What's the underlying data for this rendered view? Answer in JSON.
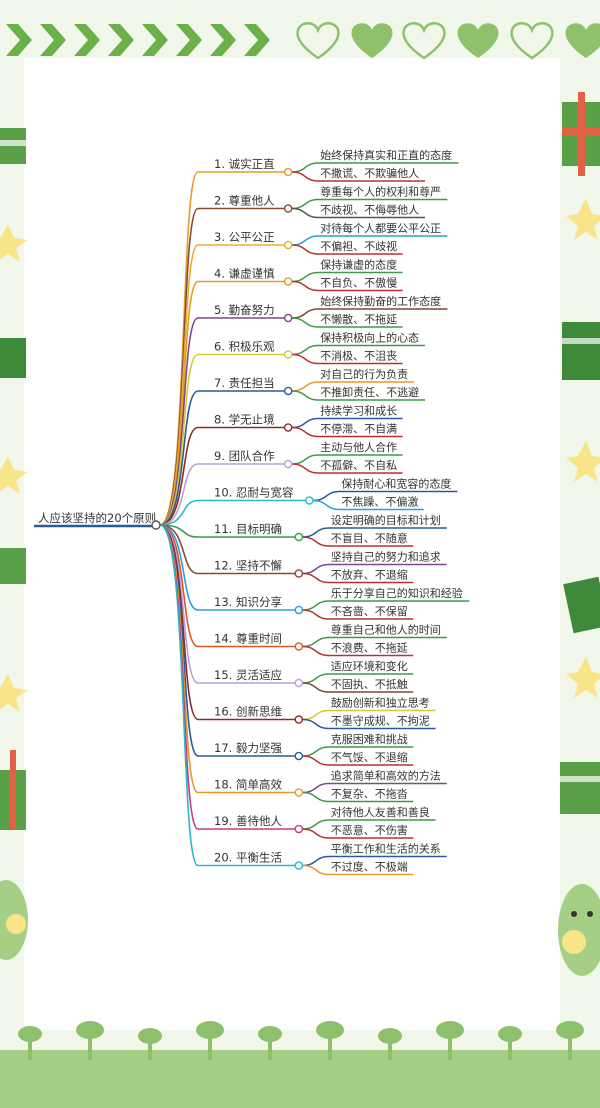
{
  "mindmap": {
    "root": "人应该坚持的20个原则",
    "colors": {
      "green": "#6cb04a",
      "light_green": "#a6cf86",
      "star": "#f8e58a",
      "gift": "#5aa049",
      "bow": "#e26145"
    },
    "branches": [
      {
        "label": "1. 诚实正直",
        "color": "#e69a2a",
        "items": [
          {
            "text": "始终保持真实和正直的态度",
            "color": "#3f9a48"
          },
          {
            "text": "不撒谎、不欺骗他人",
            "color": "#b83232"
          }
        ]
      },
      {
        "label": "2. 尊重他人",
        "color": "#8a4a2d",
        "items": [
          {
            "text": "尊重每个人的权利和尊严",
            "color": "#3f9a48"
          },
          {
            "text": "不歧视、不侮辱他人",
            "color": "#555555"
          }
        ]
      },
      {
        "label": "3. 公平公正",
        "color": "#e8b02a",
        "items": [
          {
            "text": "对待每个人都要公平公正",
            "color": "#2aa0d8"
          },
          {
            "text": "不偏袒、不歧视",
            "color": "#b83232"
          }
        ]
      },
      {
        "label": "4. 谦虚谨慎",
        "color": "#e69a2a",
        "items": [
          {
            "text": "保持谦虚的态度",
            "color": "#3f9a48"
          },
          {
            "text": "不自负、不傲慢",
            "color": "#b83232"
          }
        ]
      },
      {
        "label": "5. 勤奋努力",
        "color": "#7a4a8a",
        "items": [
          {
            "text": "始终保持勤奋的工作态度",
            "color": "#7a4a3a"
          },
          {
            "text": "不懒散、不拖延",
            "color": "#3f9a48"
          }
        ]
      },
      {
        "label": "6. 积极乐观",
        "color": "#d6c83a",
        "items": [
          {
            "text": "保持积极向上的心态",
            "color": "#3f9a48"
          },
          {
            "text": "不消极、不沮丧",
            "color": "#b83232"
          }
        ]
      },
      {
        "label": "7. 责任担当",
        "color": "#2a5a9a",
        "items": [
          {
            "text": "对自己的行为负责",
            "color": "#e69a2a"
          },
          {
            "text": "不推卸责任、不逃避",
            "color": "#3f9a48"
          }
        ]
      },
      {
        "label": "8. 学无止境",
        "color": "#8a2a2a",
        "items": [
          {
            "text": "持续学习和成长",
            "color": "#2a5a9a"
          },
          {
            "text": "不停滞、不自满",
            "color": "#b83232"
          }
        ]
      },
      {
        "label": "9. 团队合作",
        "color": "#b8a0d8",
        "items": [
          {
            "text": "主动与他人合作",
            "color": "#3f9a48"
          },
          {
            "text": "不孤僻、不自私",
            "color": "#b83232"
          }
        ]
      },
      {
        "label": "10. 忍耐与宽容",
        "color": "#2ab8c8",
        "items": [
          {
            "text": "保持耐心和宽容的态度",
            "color": "#2a5a9a"
          },
          {
            "text": "不焦躁、不偏激",
            "color": "#2aa0d8"
          }
        ]
      },
      {
        "label": "11. 目标明确",
        "color": "#3f9a48",
        "items": [
          {
            "text": "设定明确的目标和计划",
            "color": "#2a5a9a"
          },
          {
            "text": "不盲目、不随意",
            "color": "#b83232"
          }
        ]
      },
      {
        "label": "12. 坚持不懈",
        "color": "#8a4a2d",
        "items": [
          {
            "text": "坚持自己的努力和追求",
            "color": "#7a4a8a"
          },
          {
            "text": "不放弃、不退缩",
            "color": "#b83232"
          }
        ]
      },
      {
        "label": "13. 知识分享",
        "color": "#2aa0d8",
        "items": [
          {
            "text": "乐于分享自己的知识和经验",
            "color": "#3f9a48"
          },
          {
            "text": "不吝啬、不保留",
            "color": "#b83232"
          }
        ]
      },
      {
        "label": "14. 尊重时间",
        "color": "#e0542a",
        "items": [
          {
            "text": "尊重自己和他人的时间",
            "color": "#3f9a48"
          },
          {
            "text": "不浪费、不拖延",
            "color": "#b83232"
          }
        ]
      },
      {
        "label": "15. 灵活适应",
        "color": "#b8a0d8",
        "items": [
          {
            "text": "适应环境和变化",
            "color": "#3f9a48"
          },
          {
            "text": "不固执、不抵触",
            "color": "#7a4a3a"
          }
        ]
      },
      {
        "label": "16. 创新思维",
        "color": "#8a2a2a",
        "items": [
          {
            "text": "鼓励创新和独立思考",
            "color": "#d6c83a"
          },
          {
            "text": "不墨守成规、不拘泥",
            "color": "#2a5a9a"
          }
        ]
      },
      {
        "label": "17. 毅力坚强",
        "color": "#2a5a9a",
        "items": [
          {
            "text": "克服困难和挑战",
            "color": "#3f9a48"
          },
          {
            "text": "不气馁、不退缩",
            "color": "#b83232"
          }
        ]
      },
      {
        "label": "18. 简单高效",
        "color": "#e69a2a",
        "items": [
          {
            "text": "追求简单和高效的方法",
            "color": "#7a4a8a"
          },
          {
            "text": "不复杂、不拖沓",
            "color": "#3f9a48"
          }
        ]
      },
      {
        "label": "19. 善待他人",
        "color": "#c83a7a",
        "items": [
          {
            "text": "对待他人友善和善良",
            "color": "#3f9a48"
          },
          {
            "text": "不恶意、不伤害",
            "color": "#b83232"
          }
        ]
      },
      {
        "label": "20. 平衡生活",
        "color": "#2ab8c8",
        "items": [
          {
            "text": "平衡工作和生活的关系",
            "color": "#2a5a9a"
          },
          {
            "text": "不过度、不极端",
            "color": "#e69a2a"
          }
        ]
      }
    ]
  }
}
